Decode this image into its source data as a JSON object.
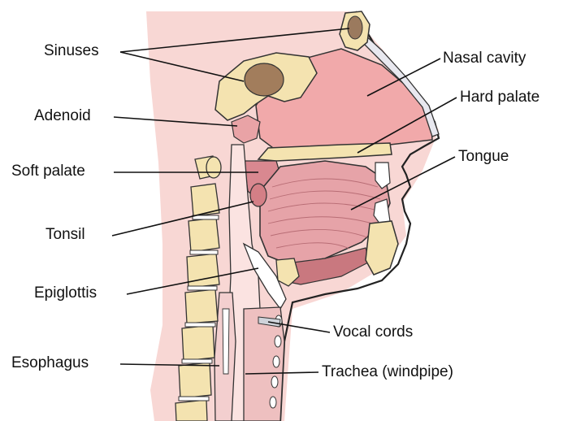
{
  "labels": {
    "sinuses": "Sinuses",
    "nasal_cavity": "Nasal cavity",
    "adenoid": "Adenoid",
    "hard_palate": "Hard palate",
    "soft_palate": "Soft palate",
    "tongue": "Tongue",
    "tonsil": "Tonsil",
    "epiglottis": "Epiglottis",
    "vocal_cords": "Vocal cords",
    "esophagus": "Esophagus",
    "trachea": "Trachea (windpipe)"
  },
  "colors": {
    "background": "#ffffff",
    "tissue": "#f5c4c4",
    "tissue_dark": "#e79aa0",
    "bone": "#f4e3b0",
    "bone_outline": "#333333",
    "tongue": "#e3a2a8",
    "line": "#111111"
  }
}
